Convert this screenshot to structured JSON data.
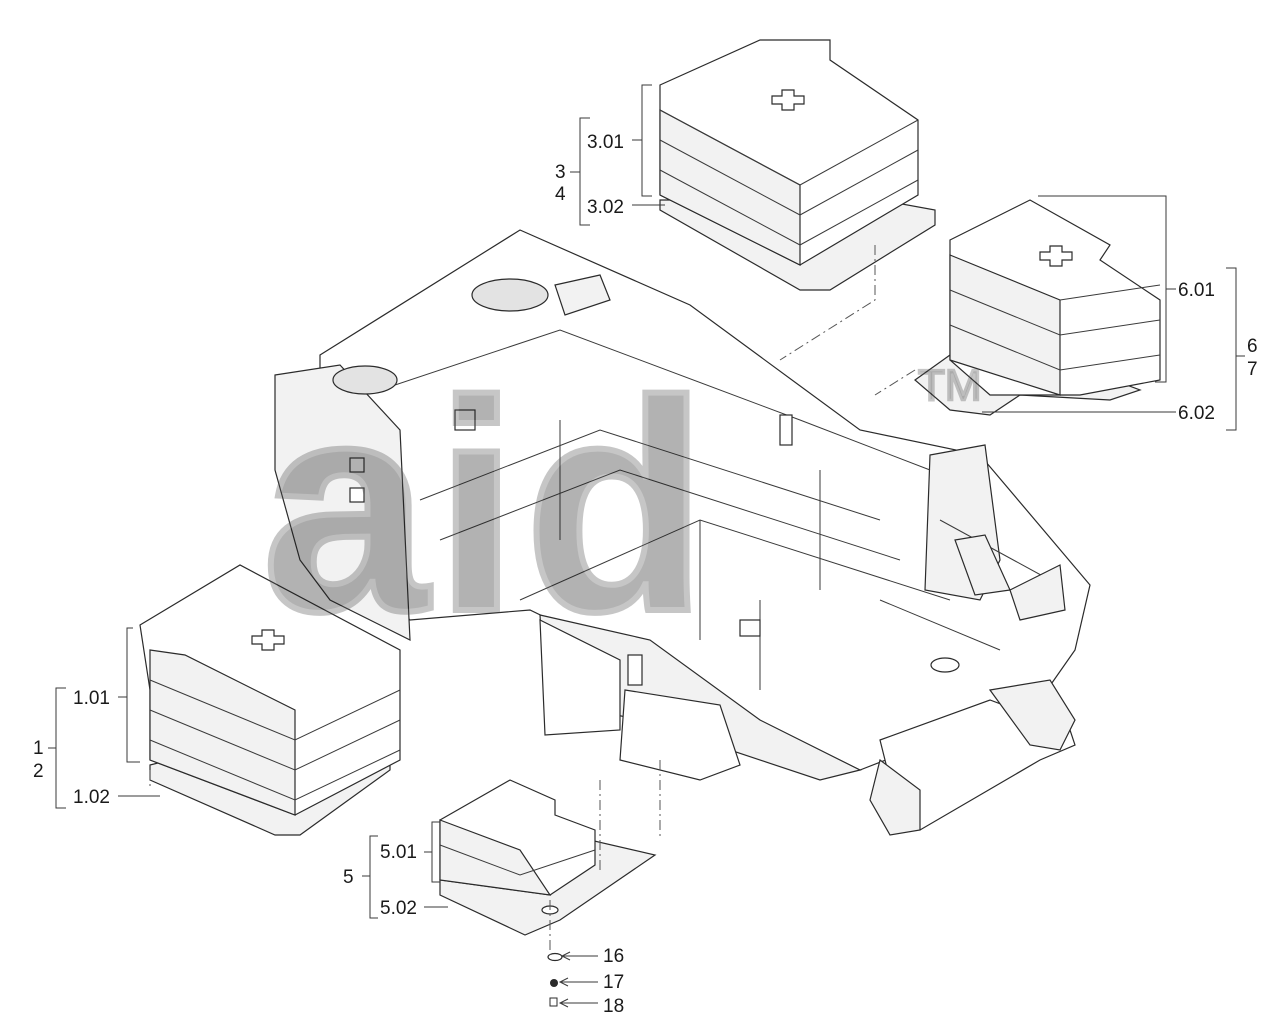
{
  "watermark": {
    "text": "aid",
    "trademark": "TM"
  },
  "callouts": {
    "c_301": "3.01",
    "c_302": "3.02",
    "c_3": "3",
    "c_4": "4",
    "c_601": "6.01",
    "c_602": "6.02",
    "c_6": "6",
    "c_7": "7",
    "c_101": "1.01",
    "c_102": "1.02",
    "c_1": "1",
    "c_2": "2",
    "c_501": "5.01",
    "c_502": "5.02",
    "c_5": "5",
    "c_16": "16",
    "c_17": "17",
    "c_18": "18"
  }
}
